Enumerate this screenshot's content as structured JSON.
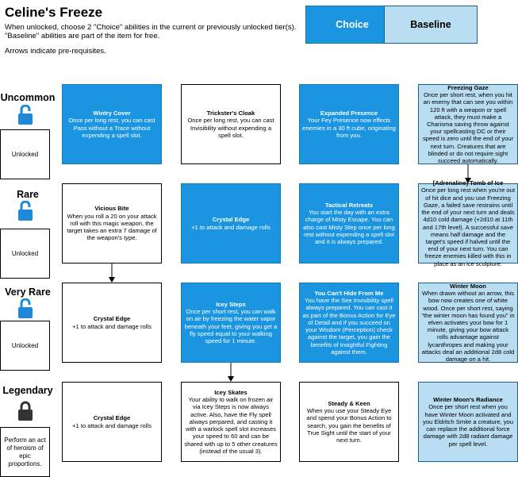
{
  "header": {
    "title": "Celine's Freeze",
    "line1": "When unlocked, choose 2 \"Choice\" abilities in the current or previously unlocked tier(s).",
    "line2": "\"Baseline\" abilities are part of the item for free.",
    "line3": "Arrows indicate pre-requisites."
  },
  "legend": {
    "choice": "Choice",
    "baseline": "Baseline"
  },
  "tiers": [
    {
      "label": "Uncommon",
      "status": "Unlocked",
      "lock": "unlocked",
      "cards": [
        {
          "kind": "choice",
          "title": "Wintry Cover",
          "desc": "Once per long rest, you can cast Pass without a Trace without expending a spell slot."
        },
        {
          "kind": "white",
          "title": "Trickster's Cloak",
          "desc": "Once per long rest, you can cast Invisibility without expending a spell slot."
        },
        {
          "kind": "choice",
          "title": "Expanded Presence",
          "desc": "Your Fey Presence now effects enemies in a 30 ft cube, originating from you."
        },
        {
          "kind": "base",
          "title": "Freezing Gaze",
          "desc": "Once per short rest, when you hit an enemy that can see you within 120 ft with a weapon or spell attack, they must make a Charisma saving throw against your spellcasting DC or their speed is zero until the end of your next turn. Creatures that are blinded or do not require sight succeed automatically."
        }
      ]
    },
    {
      "label": "Rare",
      "status": "Unlocked",
      "lock": "unlocked",
      "cards": [
        {
          "kind": "white",
          "title": "Vicious Bite",
          "desc": "When you roll a 20 on your attack roll with this magic weapon, the target takes an extra 7 damage of the weapon's type."
        },
        {
          "kind": "choice",
          "title": "Crystal Edge",
          "desc": "+1 to attack and damage rolls"
        },
        {
          "kind": "choice",
          "title": "Tactical Retreats",
          "desc": "You start the day with an extra charge of Misty Escape. You can also cast Misty Step once per long rest without expending a spell slot and it is always prepared."
        },
        {
          "kind": "base",
          "title": "[Adrenaline] Tomb of Ice",
          "desc": "Once per long rest when you're out of hit dice and you use Freezing Gaze, a failed save restrains until the end of your next turn and deals 4d10 cold damage (+2d10 at 11th and 17th level). A successful save means half damage and the target's speed if halved until the end of your next turn. You can freeze enemies killed with this in place as an ice sculpture."
        }
      ]
    },
    {
      "label": "Very Rare",
      "status": "Unlocked",
      "lock": "unlocked",
      "cards": [
        {
          "kind": "white",
          "title": "Crystal Edge",
          "desc": "+1 to attack and damage rolls"
        },
        {
          "kind": "choice",
          "title": "Icey Steps",
          "desc": "Once per short rest, you can walk on air by freezing the water vapor beneath your feet, giving you get a fly speed equal to your walking speed for 1 minute."
        },
        {
          "kind": "choice",
          "title": "You Can't Hide From Me",
          "desc": "You have the See Invisibility spell always prepared. You can cast it as part of the Bonus Action for Eye of Detail and if you succeed on your Wisdom (Perception) check against the target, you gain the benefits of Insightful Fighting against them."
        },
        {
          "kind": "base",
          "title": "Winter Moon",
          "desc": "When drawn without an arrow, this bow now creates one of white wood. Once per short rest, saying \"the winter moon has found you\" in elven activates your bow for 1 minute, giving your bow attack rolls advantage against lycanthropes and making your attacks deal an additional 2d8 cold damage on a hit."
        }
      ]
    },
    {
      "label": "Legendary",
      "status": "Perform an act of heroism of epic proportions.",
      "lock": "locked",
      "cards": [
        {
          "kind": "white",
          "title": "Crystal Edge",
          "desc": "+1 to attack and damage rolls"
        },
        {
          "kind": "white",
          "title": "Icey Skates",
          "desc": "Your ability to walk on frozen air via Icey Steps is now always active. Also, have the Fly spell always perpared, and casting it with a warlock spell slot increases your speed to 60 and can be shared with up to 5 other creatures (instead of the usual 3)."
        },
        {
          "kind": "white",
          "title": "Steady & Keen",
          "desc": "When you use your Steady Eye and spend your Bonus Action to search, you gain the benefits of True Sight until the start of your next turn."
        },
        {
          "kind": "base",
          "title": "Winter Moon's Radiance",
          "desc": "Once per short rest when you have Winter Moon activated and you Eldritch Smite a creature, you can replace the additional force damage with 2d8 radiant damage per spell level."
        }
      ]
    }
  ]
}
